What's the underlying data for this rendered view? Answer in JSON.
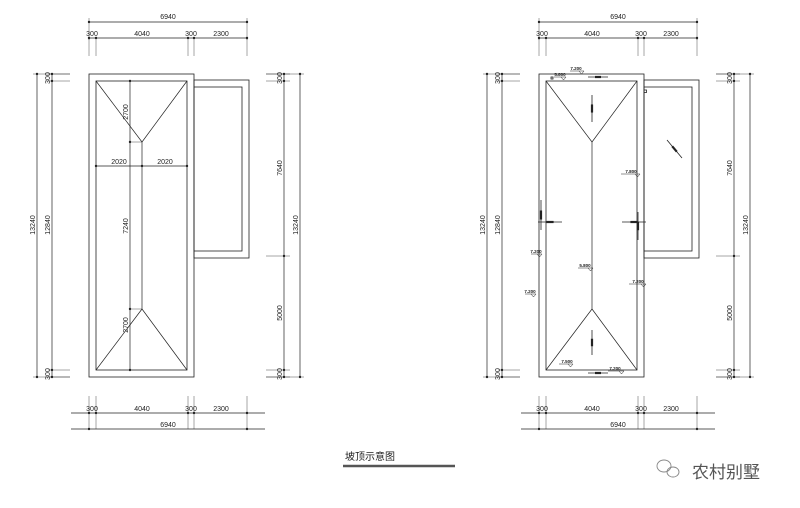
{
  "caption": "坡顶示意图",
  "watermark": {
    "text": "农村别墅",
    "icon": "wechat-icon"
  },
  "dims": {
    "overall_width": "6940",
    "wall": "300",
    "main_width": "4040",
    "annex_width": "2300",
    "overall_length": "13240",
    "inner_length": "12840",
    "annex_length": "7640",
    "remaining_length": "5000",
    "hip_depth": "2700",
    "ridge_length": "7240",
    "half_width": "2020"
  },
  "elevations": [
    "7.200",
    "5.800",
    "7.800",
    "7.200",
    "5.800",
    "7.200",
    "7.200",
    "7.500",
    "7.200"
  ],
  "line_color": "#222222"
}
